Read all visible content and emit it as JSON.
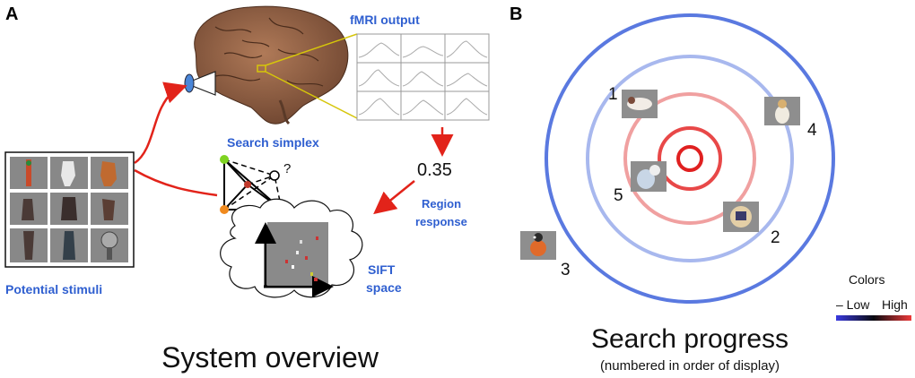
{
  "panel_a": {
    "letter": "A",
    "fmri_label": "fMRI output",
    "search_simplex_label": "Search simplex",
    "question_mark": "?",
    "response_value": "0.35",
    "region_response_line1": "Region",
    "region_response_line2": "response",
    "sift_line1": "SIFT",
    "sift_line2": "space",
    "potential_stimuli_label": "Potential stimuli",
    "caption": "System overview"
  },
  "panel_b": {
    "letter": "B",
    "caption": "Search progress",
    "subcaption": "(numbered in order of display)",
    "colors_label": "Colors",
    "low_label": "– Low",
    "high_label": "High",
    "stimulus_numbers": [
      "1",
      "2",
      "3",
      "4",
      "5"
    ]
  },
  "colors": {
    "blue_label": "#2f5fd0",
    "arrow_red": "#e2231a",
    "yellow_line": "#d6c60a",
    "ring_outer": "#5a79e0",
    "ring_second": "#a8b8ee",
    "ring_third": "#f0a0a0",
    "ring_fourth": "#e84848",
    "ring_center": "#e02020",
    "simplex_green": "#7ed321",
    "simplex_orange": "#f08a1e",
    "simplex_blue": "#1aa0e0",
    "simplex_red": "#c0392b"
  }
}
